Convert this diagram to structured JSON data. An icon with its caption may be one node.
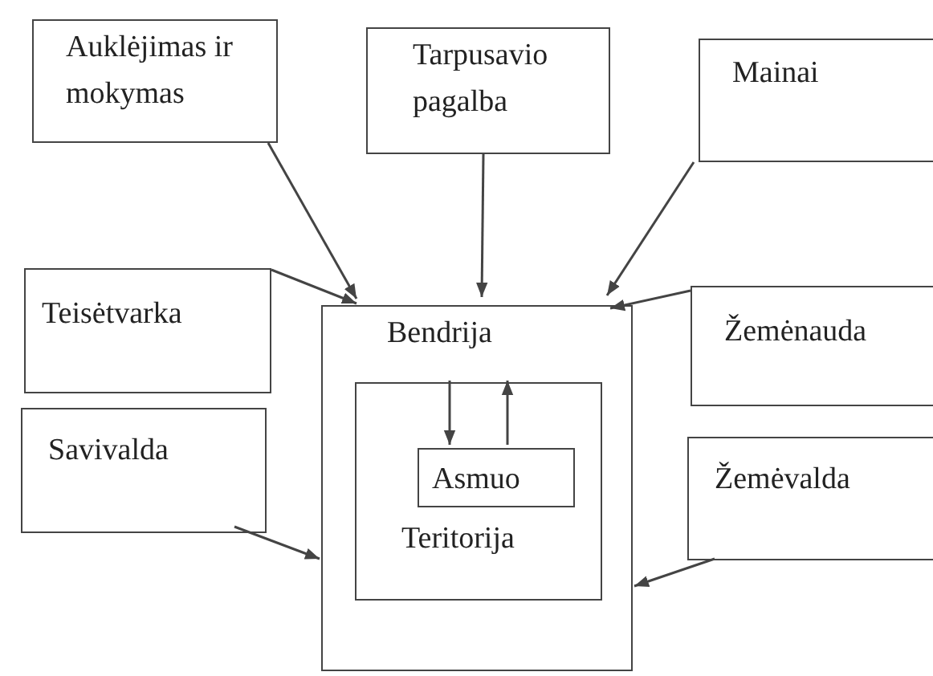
{
  "diagram": {
    "nodes": [
      {
        "text": [
          "Auklėjimas ir mokymas"
        ]
      },
      {
        "text": [
          "Tarpusavio pagalba"
        ]
      },
      {
        "text": [
          "Mainai"
        ]
      },
      {
        "text": [
          "Teisėtvarka"
        ]
      },
      {
        "text": [
          "Bendrija"
        ]
      },
      {
        "text": [
          "Teritorija"
        ],
        "in": 4
      },
      {
        "text": [
          "Asmuo"
        ],
        "in": 5
      },
      {
        "text": [
          "Žemėnauda"
        ]
      },
      {
        "text": [
          "Savivalda"
        ]
      },
      {
        "text": [
          "Žemėvalda"
        ]
      }
    ],
    "edges": [
      {
        "from": 0,
        "to": 4,
        "arrow": "to"
      },
      {
        "from": 1,
        "to": 4,
        "arrow": "to"
      },
      {
        "from": 2,
        "to": 4,
        "arrow": "to"
      },
      {
        "from": 3,
        "to": 4,
        "arrow": "to"
      },
      {
        "from": 7,
        "to": 4,
        "arrow": "to"
      },
      {
        "from": 8,
        "to": 4,
        "arrow": "to"
      },
      {
        "from": 9,
        "to": 4,
        "arrow": "to"
      },
      {
        "from": 5,
        "to": 6,
        "arrow": "to"
      },
      {
        "from": 6,
        "to": 5,
        "arrow": "to"
      }
    ]
  }
}
